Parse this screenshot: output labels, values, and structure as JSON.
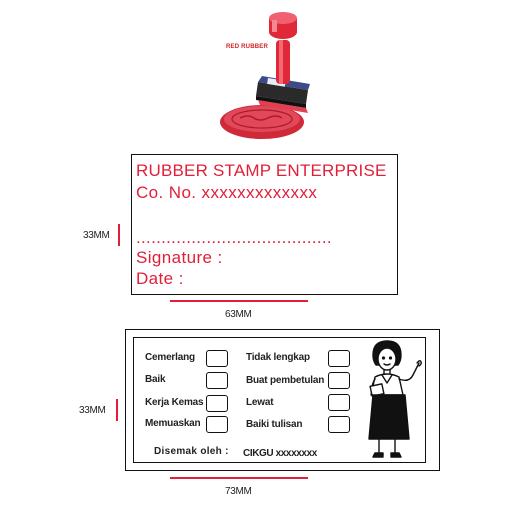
{
  "product": {
    "brand_label": "RED RUBBER"
  },
  "stamp1": {
    "lines": [
      "RUBBER STAMP ENTERPRISE",
      "Co. No. xxxxxxxxxxxxx",
      ".......................................",
      "Signature :",
      "Date :"
    ],
    "height_label": "33MM",
    "width_label": "63MM"
  },
  "stamp2": {
    "left_items": [
      "Cemerlang",
      "Baik",
      "Kerja Kemas",
      "Memuaskan"
    ],
    "right_items": [
      "Tidak lengkap",
      "Buat pembetulan",
      "Lewat",
      "Baiki tulisan"
    ],
    "signed_label": "Disemak oleh :",
    "teacher": "CIKGU xxxxxxxx",
    "height_label": "33MM",
    "width_label": "73MM"
  },
  "colors": {
    "stamp_red": "#e0203a",
    "outline": "#111111"
  }
}
